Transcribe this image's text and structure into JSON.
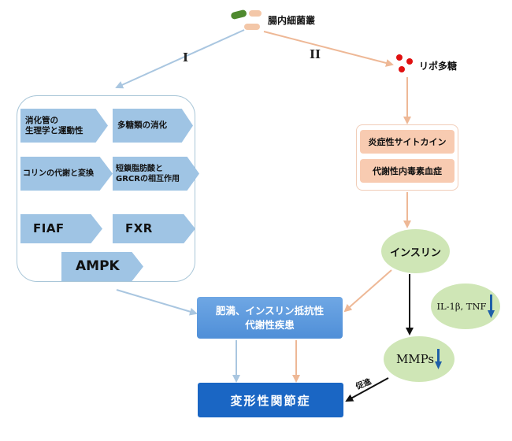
{
  "top": {
    "gut_microbiota": "腸内細菌叢",
    "lps": "リポ多糖"
  },
  "paths": {
    "path1": "I",
    "path2": "II"
  },
  "left_panel": {
    "items": [
      {
        "line1": "消化管の",
        "line2": "生理学と運動性"
      },
      {
        "line1": "多糖類の消化",
        "line2": ""
      },
      {
        "line1": "コリンの代謝と変換",
        "line2": ""
      },
      {
        "line1": "短鎖脂肪酸と",
        "line2": "GRCRの相互作用"
      },
      {
        "line1": "FIAF",
        "line2": ""
      },
      {
        "line1": "FXR",
        "line2": ""
      },
      {
        "line1": "AMPK",
        "line2": ""
      }
    ]
  },
  "right_panel": {
    "inflammatory_cytokines": "炎症性サイトカイン",
    "metabolic_endotoxemia": "代謝性内毒素血症",
    "insulin": "インスリン",
    "il_tnf": "IL-1β, TNF",
    "mmps": "MMPs",
    "promote": "促進"
  },
  "outcome": {
    "obesity_line1": "肥満、インスリン抵抗性",
    "obesity_line2": "代謝性疾患",
    "osteoarthritis": "変形性関節症"
  },
  "colors": {
    "blue_arrow": "#a9c6e0",
    "orange_arrow": "#eeb896",
    "chevron": "#9fc4e4",
    "salmon": "#f8cbb1",
    "ellipse": "#cfe6b6",
    "dark_blue": "#1a66c4",
    "bacteria_green": "#4f8a2f",
    "lps_red": "#e01010",
    "down_arrow": "#1f5fa8"
  }
}
